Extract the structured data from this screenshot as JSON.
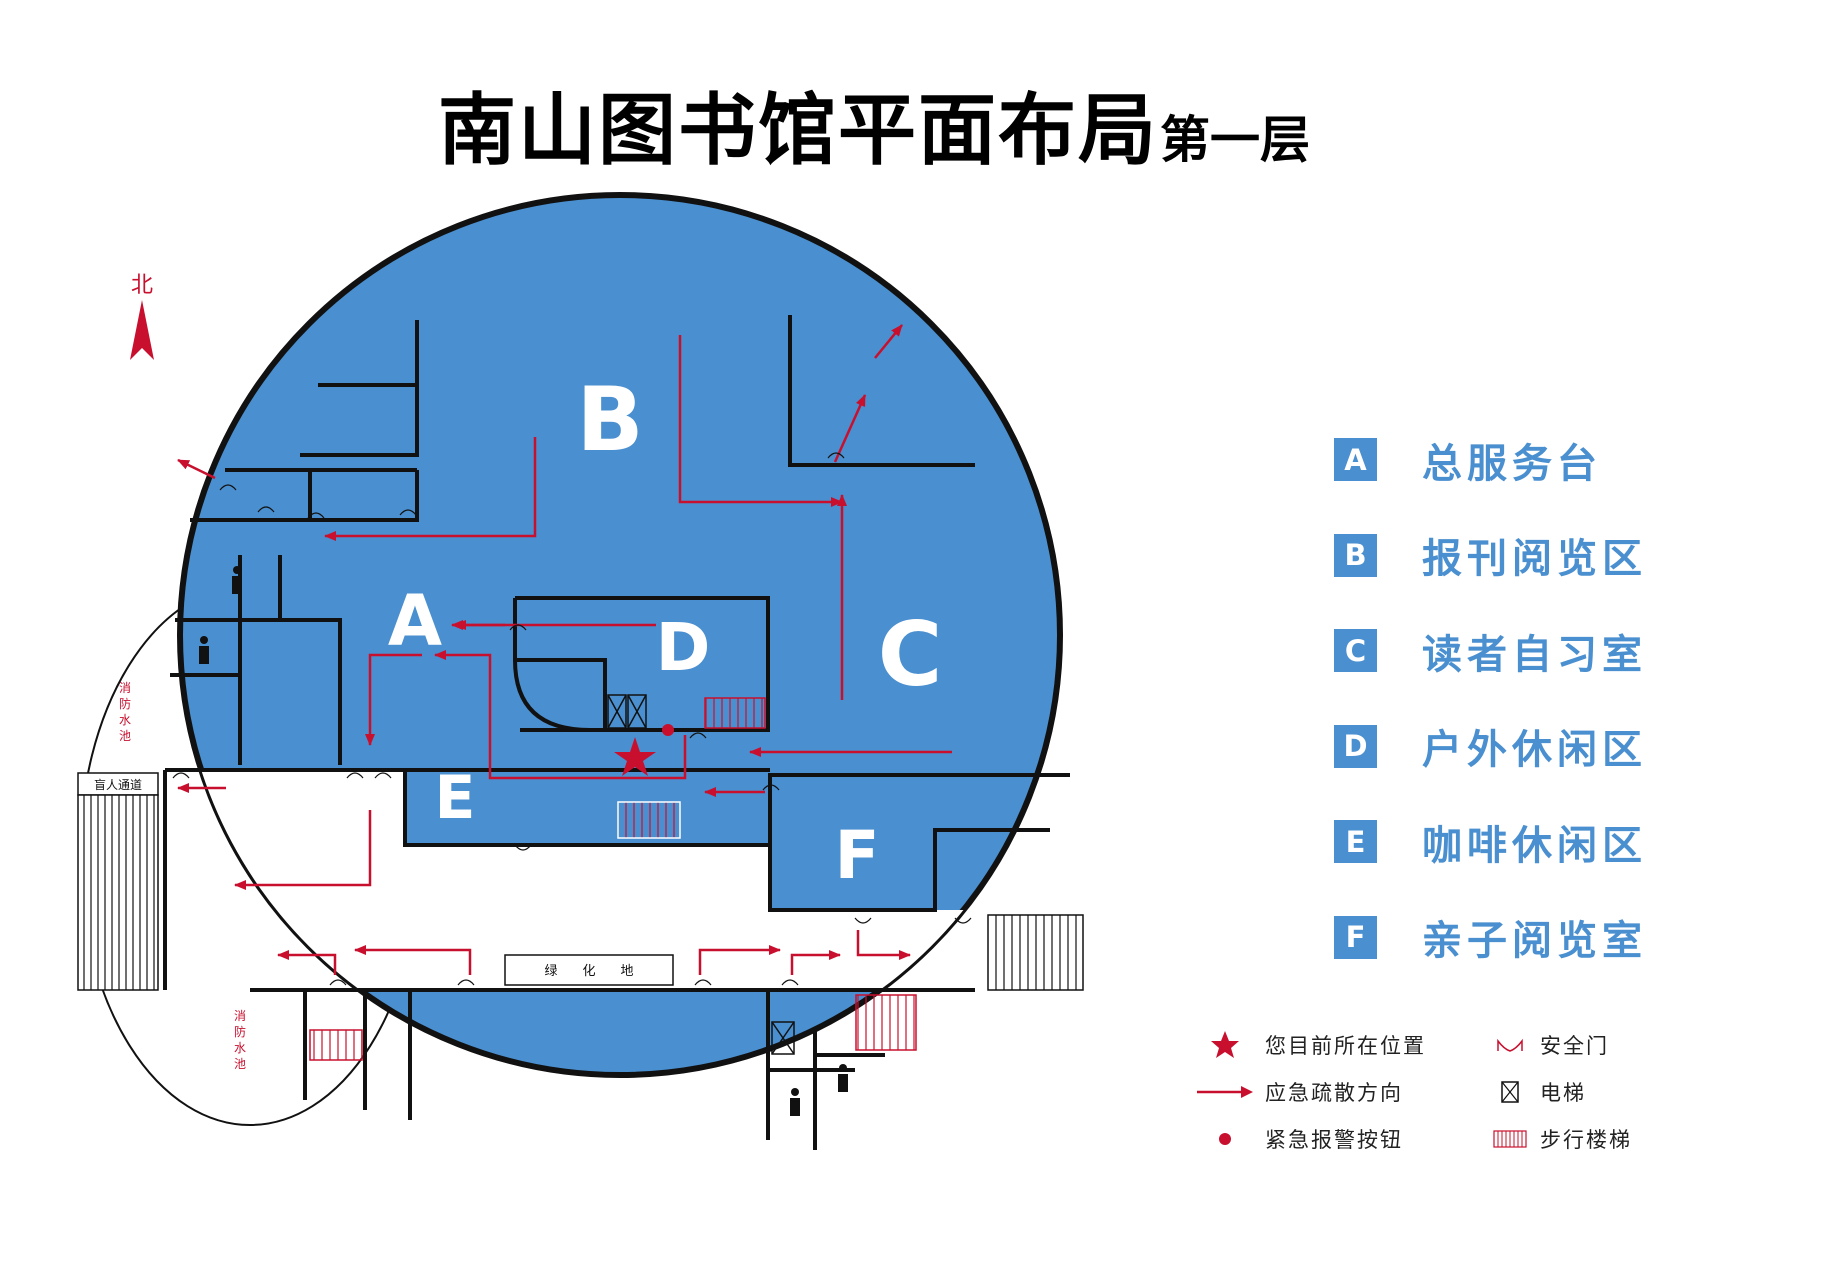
{
  "title": {
    "main": "南山图书馆平面布局",
    "floor": "第一层"
  },
  "compass": {
    "label": "北"
  },
  "zones": [
    {
      "letter": "A",
      "name": "总服务台"
    },
    {
      "letter": "B",
      "name": "报刊阅览区"
    },
    {
      "letter": "C",
      "name": "读者自习室"
    },
    {
      "letter": "D",
      "name": "户外休闲区"
    },
    {
      "letter": "E",
      "name": "咖啡休闲区"
    },
    {
      "letter": "F",
      "name": "亲子阅览室"
    }
  ],
  "map_labels": {
    "fire_pool_north": [
      "消",
      "防",
      "水",
      "池"
    ],
    "fire_pool_south": [
      "消",
      "防",
      "水",
      "池"
    ],
    "blind_path": "盲人通道",
    "green_area": [
      "绿",
      "化",
      "地"
    ]
  },
  "legend": {
    "current_location": "您目前所在位置",
    "evacuation": "应急疏散方向",
    "alarm": "紧急报警按钮",
    "safety_door": "安全门",
    "elevator": "电梯",
    "stairs": "步行楼梯"
  },
  "colors": {
    "floor": "#4a8fcf",
    "accent": "#c8102e",
    "wall": "#111111",
    "background": "#ffffff"
  }
}
